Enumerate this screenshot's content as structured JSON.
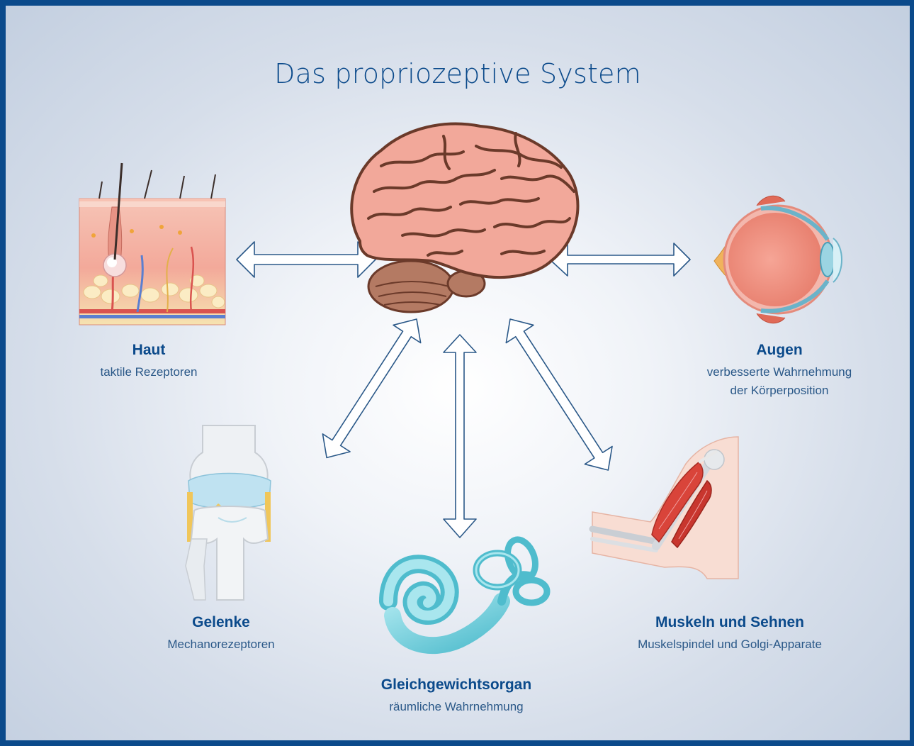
{
  "title": "Das propriozeptive System",
  "colors": {
    "border": "#0b4a8b",
    "heading": "#0b4a8b",
    "text": "#2a5888",
    "arrow_stroke": "#2a5888"
  },
  "center": {
    "name": "brain-icon"
  },
  "nodes": [
    {
      "id": "haut",
      "name": "Haut",
      "description": "taktile Rezeptoren",
      "icon": "skin-icon"
    },
    {
      "id": "augen",
      "name": "Augen",
      "description_lines": [
        "verbesserte Wahrnehmung",
        "der Körperposition"
      ],
      "icon": "eye-icon"
    },
    {
      "id": "gelenke",
      "name": "Gelenke",
      "description": "Mechanorezeptoren",
      "icon": "knee-joint-icon"
    },
    {
      "id": "gleichgewicht",
      "name": "Gleichgewichtsorgan",
      "description": "räumliche Wahrnehmung",
      "icon": "inner-ear-icon"
    },
    {
      "id": "muskeln",
      "name": "Muskeln und Sehnen",
      "description": "Muskelspindel und Golgi-Apparate",
      "icon": "arm-muscle-icon"
    }
  ]
}
